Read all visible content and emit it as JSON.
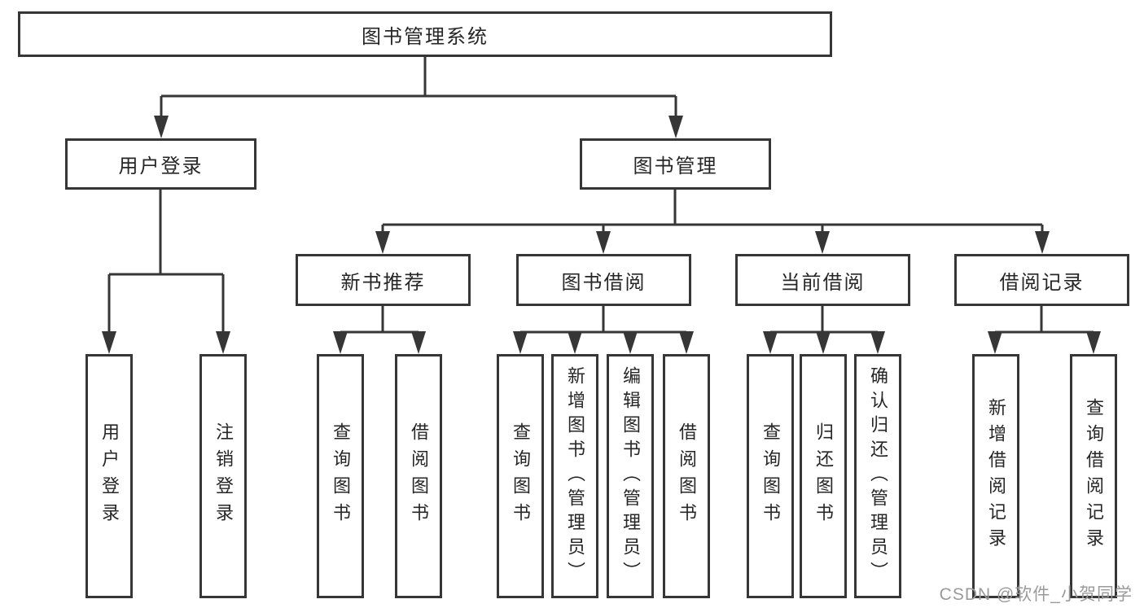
{
  "tree": {
    "root": {
      "label": "图书管理系统",
      "children": [
        {
          "label": "用户登录",
          "children": [
            {
              "label": "用户登录"
            },
            {
              "label": "注销登录"
            }
          ]
        },
        {
          "label": "图书管理",
          "children": [
            {
              "label": "新书推荐",
              "children": [
                {
                  "label": "查询图书"
                },
                {
                  "label": "借阅图书"
                }
              ]
            },
            {
              "label": "图书借阅",
              "children": [
                {
                  "label": "查询图书"
                },
                {
                  "label": "新增图书（管理员）"
                },
                {
                  "label": "编辑图书（管理员）"
                },
                {
                  "label": "借阅图书"
                }
              ]
            },
            {
              "label": "当前借阅",
              "children": [
                {
                  "label": "查询图书"
                },
                {
                  "label": "归还图书"
                },
                {
                  "label": "确认归还（管理员）"
                }
              ]
            },
            {
              "label": "借阅记录",
              "children": [
                {
                  "label": "新增借阅记录"
                },
                {
                  "label": "查询借阅记录"
                }
              ]
            }
          ]
        }
      ]
    }
  },
  "watermark": "CSDN @软件_小贺同学",
  "colors": {
    "line": "#363636",
    "box_border": "#363636",
    "text": "#262626",
    "watermark": "#9a9a9a",
    "background": "#ffffff"
  }
}
